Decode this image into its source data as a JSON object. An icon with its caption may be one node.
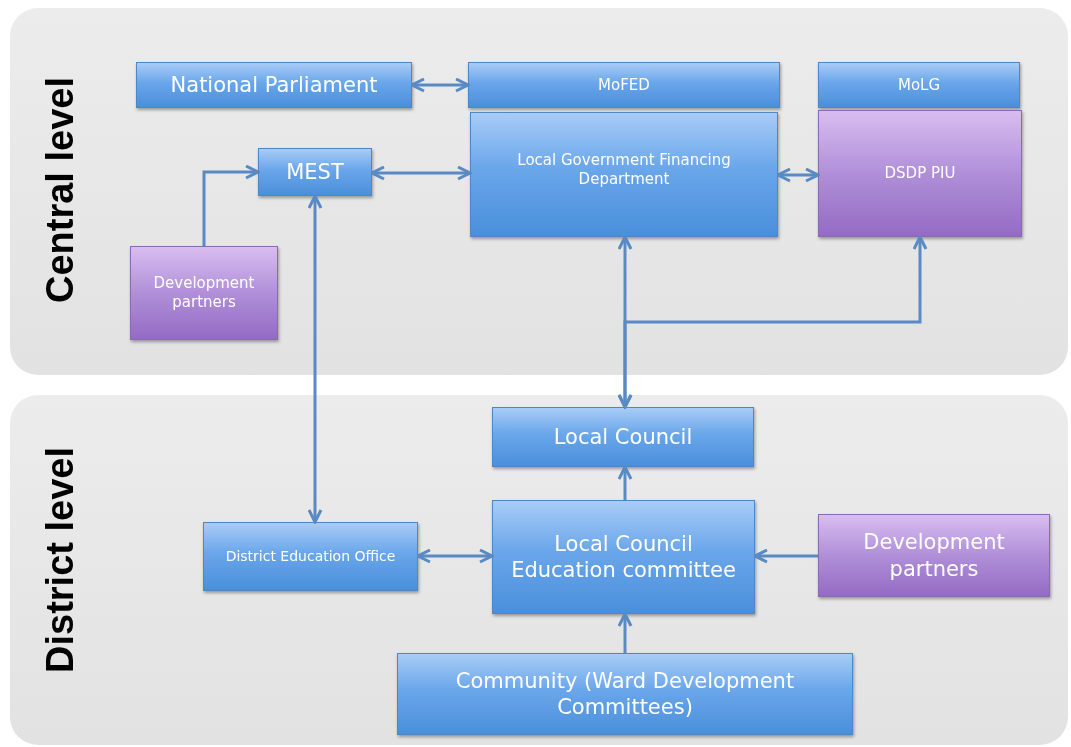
{
  "diagram": {
    "nodes": [
      {
        "text": [
          "Central level"
        ]
      },
      {
        "text": [
          "National Parliament"
        ],
        "in": 0
      },
      {
        "text": [
          "MoFED"
        ],
        "in": 0
      },
      {
        "text": [
          "MoLG"
        ],
        "in": 0
      },
      {
        "text": [
          "MEST"
        ],
        "in": 0
      },
      {
        "text": [
          "Local Government Financing Department"
        ],
        "in": 0
      },
      {
        "text": [
          "DSDP PIU"
        ],
        "in": 0
      },
      {
        "text": [
          "Development partners"
        ],
        "in": 0
      },
      {
        "text": [
          "District level"
        ]
      },
      {
        "text": [
          "Local Council"
        ],
        "in": 8
      },
      {
        "text": [
          "District Education Office"
        ],
        "in": 8
      },
      {
        "text": [
          "Local Council Education committee"
        ],
        "in": 8
      },
      {
        "text": [
          "Development partners"
        ],
        "in": 8
      },
      {
        "text": [
          "Community (Ward Development Committees)"
        ],
        "in": 8
      }
    ],
    "edges": [
      {
        "from": 1,
        "to": 2,
        "arrow": "both"
      },
      {
        "from": 4,
        "to": 5,
        "arrow": "both"
      },
      {
        "from": 5,
        "to": 6,
        "arrow": "both"
      },
      {
        "from": 7,
        "to": 4,
        "arrow": "to"
      },
      {
        "from": 4,
        "to": 10,
        "arrow": "both"
      },
      {
        "from": 5,
        "to": 9,
        "arrow": "both"
      },
      {
        "from": 9,
        "to": 6,
        "arrow": "both"
      },
      {
        "from": 11,
        "to": 9,
        "arrow": "to"
      },
      {
        "from": 10,
        "to": 11,
        "arrow": "both"
      },
      {
        "from": 12,
        "to": 11,
        "arrow": "to"
      },
      {
        "from": 13,
        "to": 11,
        "arrow": "to"
      }
    ]
  }
}
